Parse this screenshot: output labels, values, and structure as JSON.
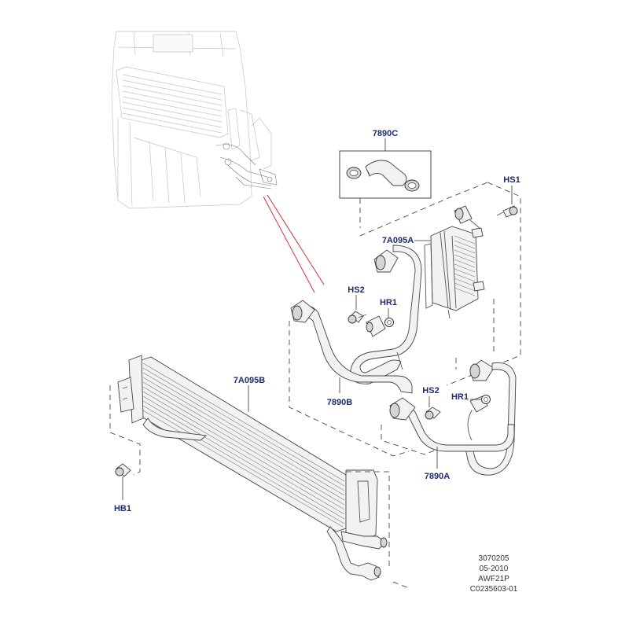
{
  "labels": {
    "l7890C": "7890C",
    "lHS1": "HS1",
    "l7A095A": "7A095A",
    "lHS2a": "HS2",
    "lHR1a": "HR1",
    "l7A095B": "7A095B",
    "l7890B": "7890B",
    "lHS2b": "HS2",
    "lHR1b": "HR1",
    "l7890A": "7890A",
    "lHB1": "HB1"
  },
  "reference": {
    "line1": "3070205",
    "line2": "05-2010",
    "line3": "AWF21P",
    "line4": "C0235603-01"
  },
  "colors": {
    "label": "#1f2a6b",
    "callout_line": "#cc2222"
  }
}
